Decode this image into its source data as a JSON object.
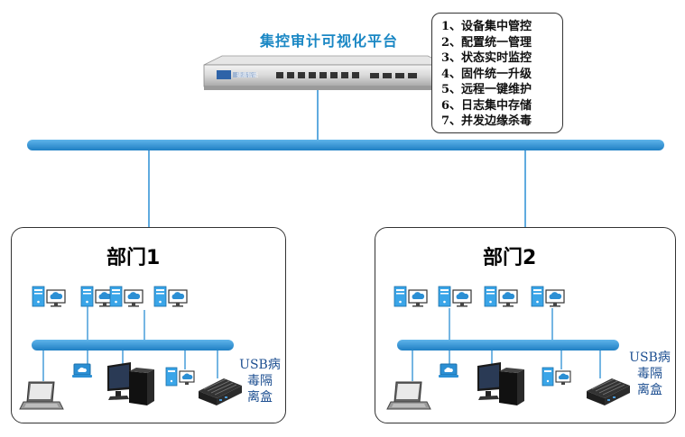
{
  "platform": {
    "title": "集控审计可视化平台",
    "device_brand": "捷盾智能"
  },
  "features": [
    "1、设备集中管控",
    "2、配置统一管理",
    "3、状态实时监控",
    "4、固件统一升级",
    "5、远程一键维护",
    "6、日志集中存储",
    "7、并发边缘杀毒"
  ],
  "departments": [
    {
      "title": "部门1",
      "usb_label": [
        "USB病",
        "毒隔",
        "离盒"
      ]
    },
    {
      "title": "部门2",
      "usb_label": [
        "USB病",
        "毒隔",
        "离盒"
      ]
    }
  ],
  "colors": {
    "bus": "#2b8fd4",
    "title": "#1a87c4",
    "usb_label": "#1d4f91"
  }
}
